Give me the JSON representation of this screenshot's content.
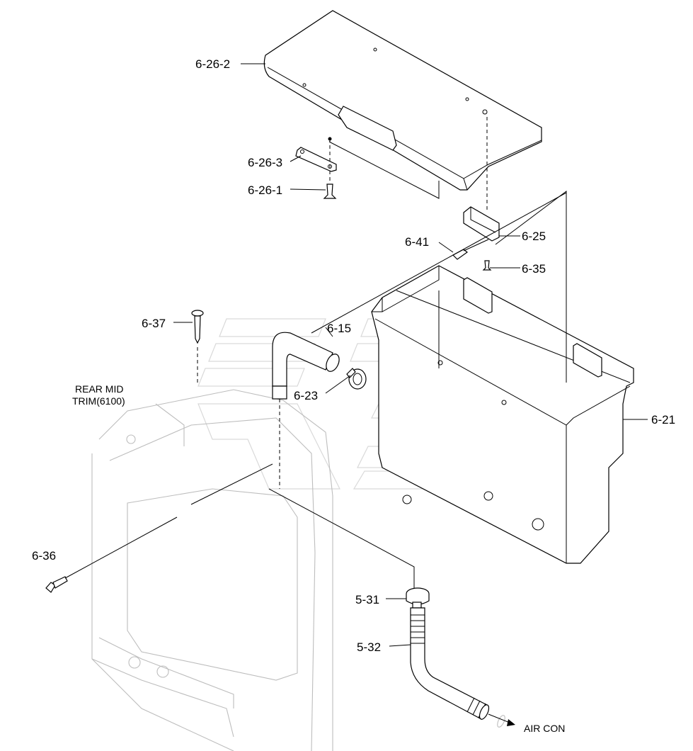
{
  "labels": {
    "p6_26_2": "6-26-2",
    "p6_26_3": "6-26-3",
    "p6_26_1": "6-26-1",
    "p6_41": "6-41",
    "p6_25": "6-25",
    "p6_35": "6-35",
    "p6_37": "6-37",
    "p6_15": "6-15",
    "p6_23": "6-23",
    "p6_21": "6-21",
    "p6_36": "6-36",
    "p5_31": "5-31",
    "p5_32": "5-32",
    "rear_mid_line1": "REAR MID",
    "rear_mid_line2": "TRIM(6100)",
    "air_con": "AIR CON"
  }
}
